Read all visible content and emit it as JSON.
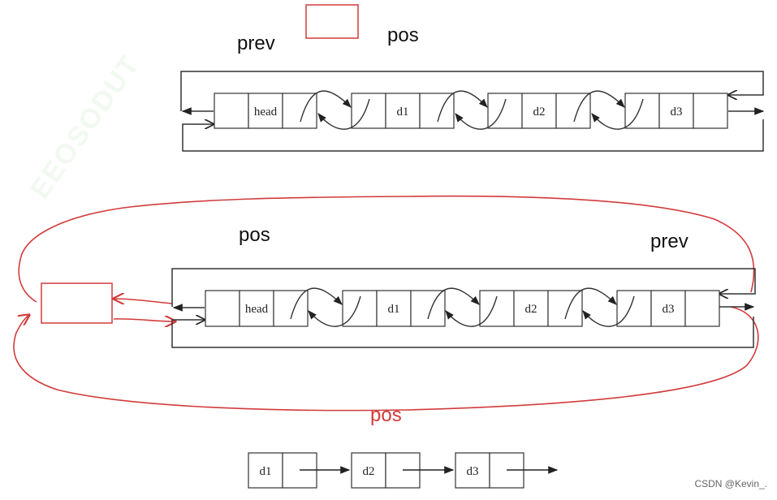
{
  "labels": {
    "top_prev": "prev",
    "top_pos": "pos",
    "mid_pos": "pos",
    "mid_prev": "prev",
    "red_pos": "pos"
  },
  "nodes": {
    "top": [
      "head",
      "d1",
      "d2",
      "d3"
    ],
    "bottom": [
      "head",
      "d1",
      "d2",
      "d3"
    ],
    "chain": [
      "d1",
      "d2",
      "d3"
    ]
  },
  "watermark": "EEOSODUT",
  "credit": "CSDN @Kevin_.",
  "colors": {
    "line": "#333333",
    "annotation_red": "#d23b3b"
  }
}
